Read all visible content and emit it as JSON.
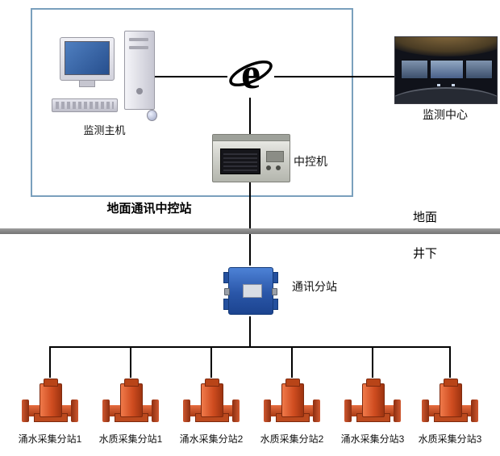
{
  "diagram": {
    "ground_station_label": "地面通讯中控站",
    "surface_label": "地面",
    "underground_label": "井下",
    "host_label": "监测主机",
    "center_label": "监测中心",
    "control_label": "中控机",
    "substation_label": "通讯分站",
    "devices": [
      {
        "label": "涌水采集分站1"
      },
      {
        "label": "水质采集分站1"
      },
      {
        "label": "涌水采集分站2"
      },
      {
        "label": "水质采集分站2"
      },
      {
        "label": "涌水采集分站3"
      },
      {
        "label": "水质采集分站3"
      }
    ],
    "colors": {
      "boundary": "#7aa0bd",
      "line": "#000000",
      "divider": "#8a8a8a",
      "substation_blue": "#2a56a8",
      "sensor_orange": "#cf4c20"
    }
  }
}
